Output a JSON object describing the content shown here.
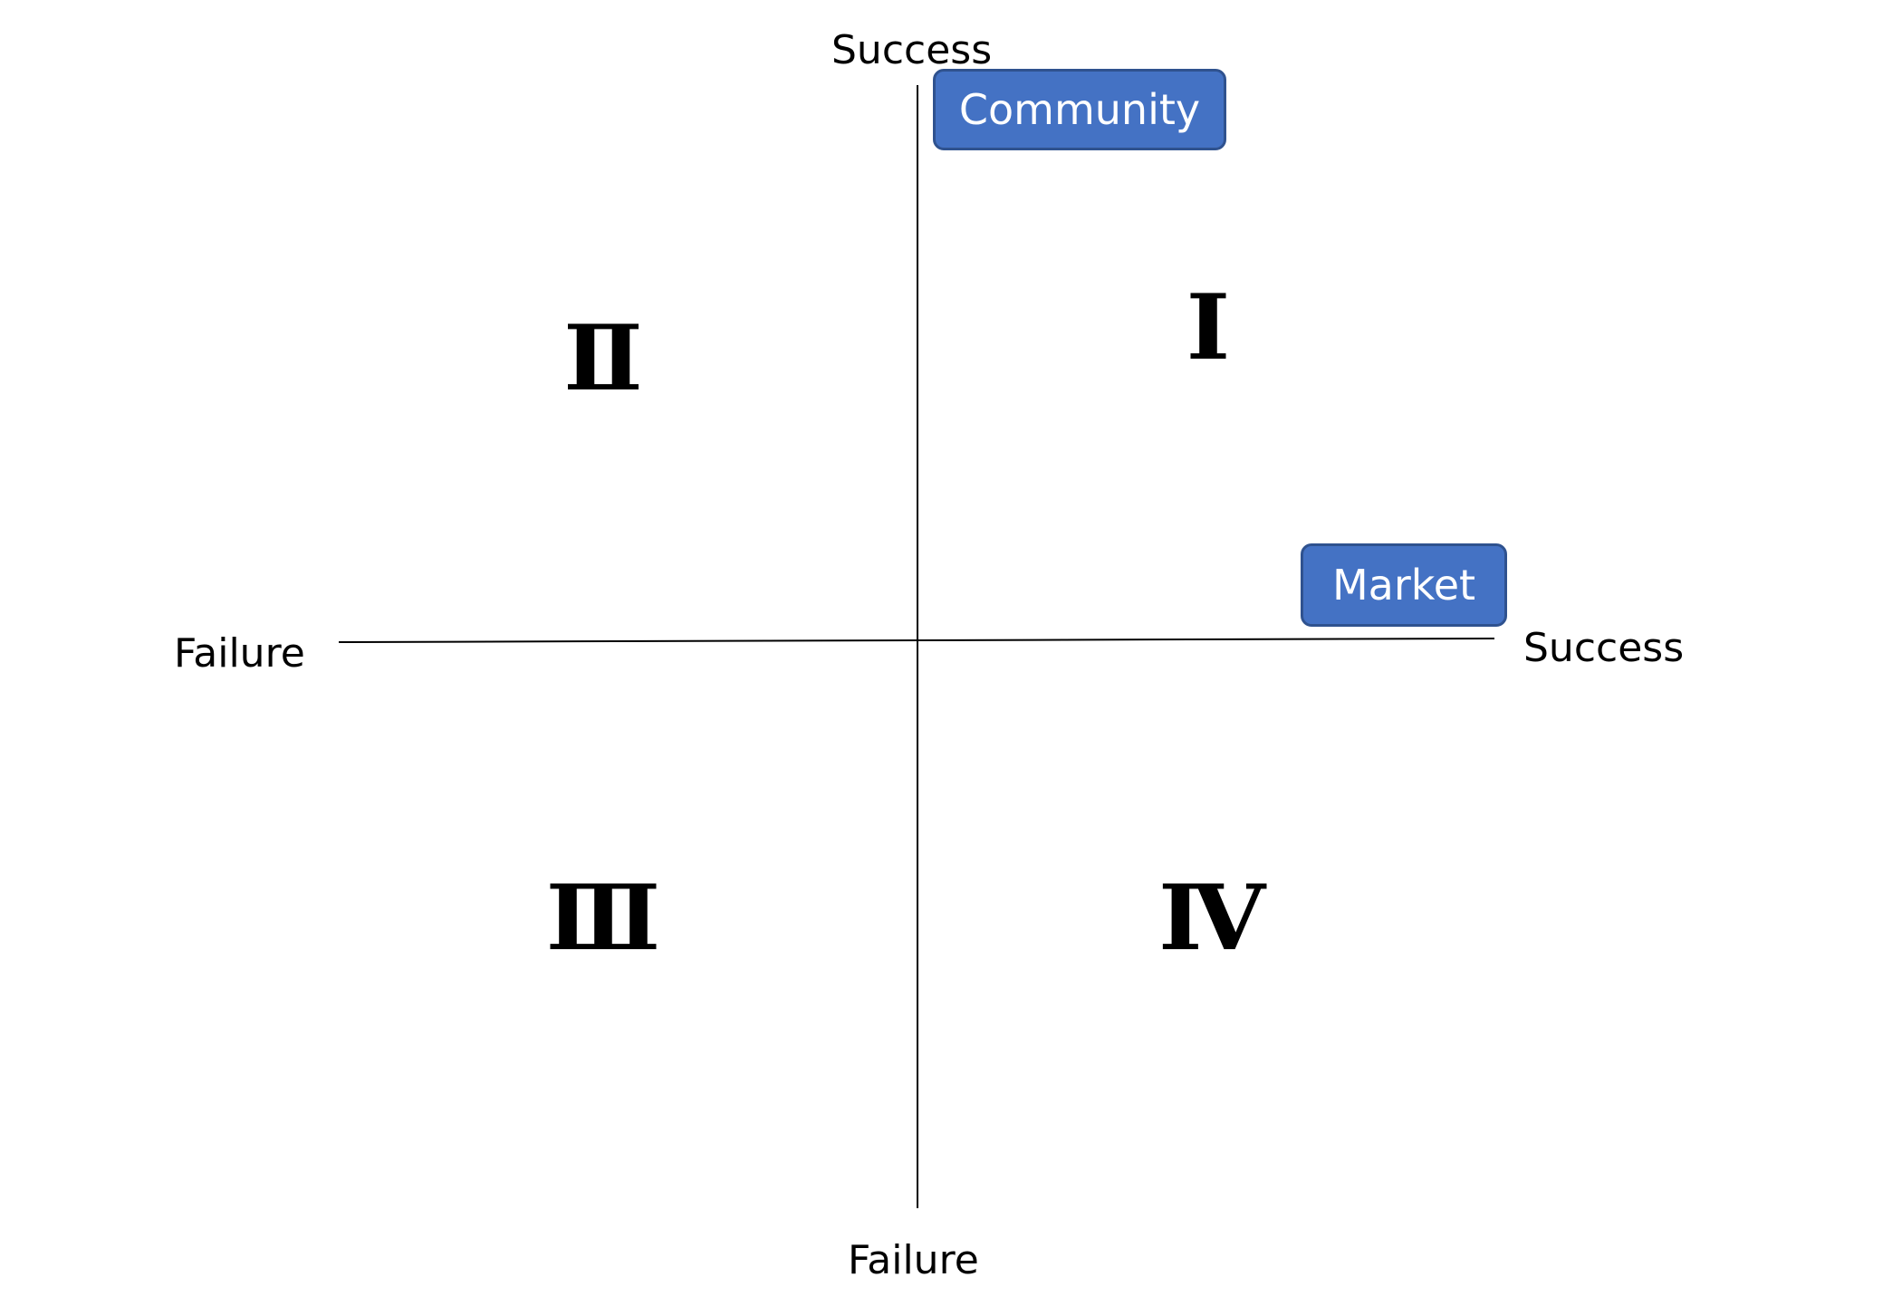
{
  "axes": {
    "vertical": {
      "top_label": "Success",
      "bottom_label": "Failure"
    },
    "horizontal": {
      "left_label": "Failure",
      "right_label": "Success"
    }
  },
  "quadrants": [
    {
      "id": "I",
      "label": "Ⅰ"
    },
    {
      "id": "II",
      "label": "Ⅱ"
    },
    {
      "id": "III",
      "label": "Ⅲ"
    },
    {
      "id": "IV",
      "label": "Ⅳ"
    }
  ],
  "tags": [
    {
      "label": "Community",
      "color": "#4472C4"
    },
    {
      "label": "Market",
      "color": "#4472C4"
    }
  ],
  "colors": {
    "tag_fill": "#4472C4",
    "tag_border": "#2F528F",
    "axis": "#000000"
  }
}
